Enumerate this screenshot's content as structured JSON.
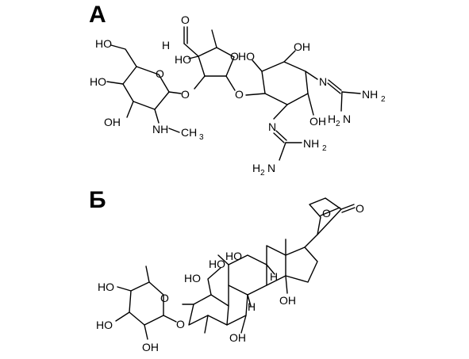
{
  "panels": [
    {
      "label": "А",
      "atom_labels": {
        "ho_ch2": "HO",
        "ho_ring_left": "HO",
        "oh_ring_bottom": "OH",
        "nh": "NH",
        "ch3": "CH",
        "ch3_sub": "3",
        "o_pyran": "O",
        "o_glyc1": "O",
        "aldehyde_o": "O",
        "aldehyde_h": "H",
        "ho_furan": "HO",
        "o_furan": "O",
        "o_glyc2": "O",
        "ho_inositol": "HO",
        "oh_inositol_top": "OH",
        "oh_inositol_bottom": "OH",
        "n_right": "N",
        "nh2_right_top": "NH",
        "nh2_right_bottom": "H",
        "n_bottom": "N",
        "nh2_bottom_right": "NH",
        "nh2_bottom_left": "H",
        "two": "2",
        "n_word": "N"
      }
    },
    {
      "label": "Б",
      "atom_labels": {
        "ho_sugar_top": "HO",
        "ho_sugar_mid": "HO",
        "oh_sugar_bottom": "OH",
        "o_sugar_ring": "O",
        "o_glyc": "O",
        "ho_c11": "HO",
        "ho_c1": "HO",
        "ho_c19": "HO",
        "h_c9": "H",
        "h_c8": "H",
        "oh_c14": "OH",
        "oh_c5": "OH",
        "o_lactone_ring": "O",
        "o_lactone_carbonyl": "O"
      }
    }
  ]
}
